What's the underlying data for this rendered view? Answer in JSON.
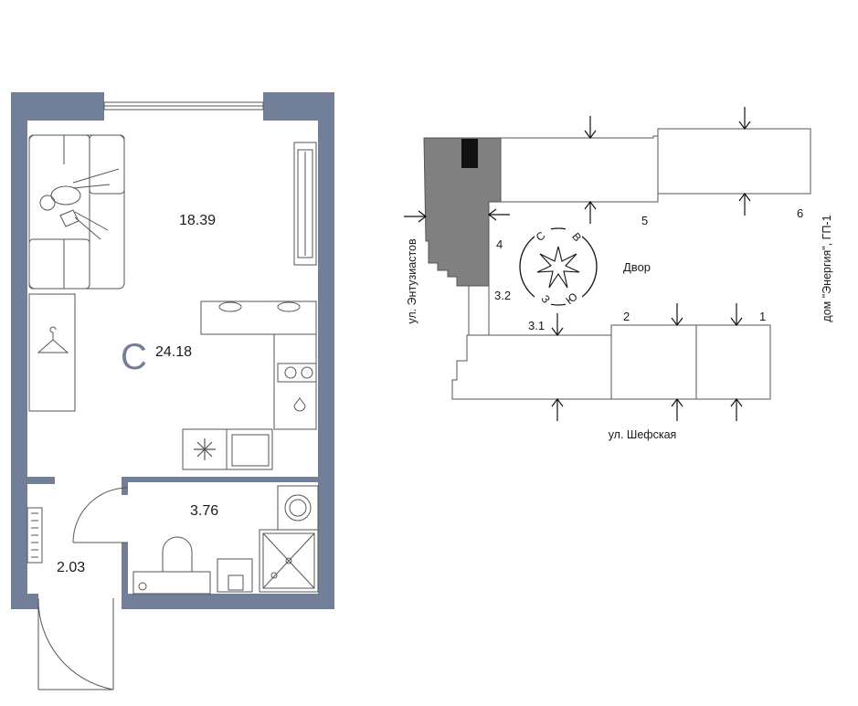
{
  "floorplan": {
    "rooms": [
      {
        "id": "living",
        "area": "18.39"
      },
      {
        "id": "total",
        "area": "24.18"
      },
      {
        "id": "bathroom",
        "area": "3.76"
      },
      {
        "id": "hall",
        "area": "2.03"
      }
    ],
    "apartment_type_letter": "C"
  },
  "site_plan": {
    "yard_label": "Двор",
    "street_south": "ул. Шефская",
    "street_west": "ул. Энтузиастов",
    "street_east": "дом \"Энергия\", ГП-1",
    "section_numbers": [
      "1",
      "2",
      "3.1",
      "3.2",
      "4",
      "5",
      "6"
    ],
    "compass": {
      "n": "С",
      "e": "В",
      "s": "Ю",
      "w": "З"
    }
  },
  "colors": {
    "wall": "#717f99",
    "selected_section": "#808080",
    "line": "#555555",
    "marker": "#111111"
  }
}
